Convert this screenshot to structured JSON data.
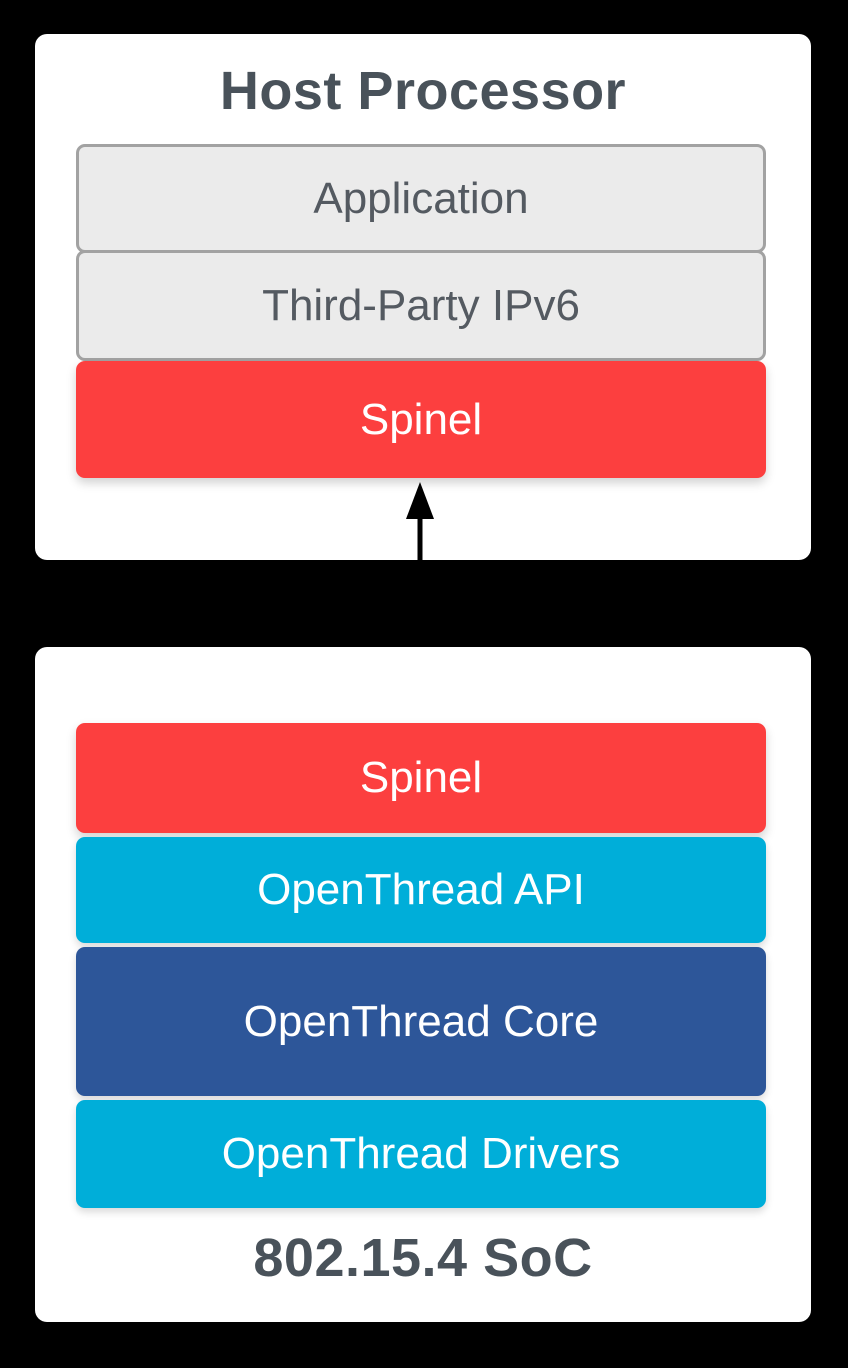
{
  "diagram": {
    "description": "OpenThread Radio Co-Processor architecture diagram",
    "colors": {
      "background": "#000000",
      "card": "#ffffff",
      "spinel_red": "#fc3f3f",
      "openthread_cyan": "#00aed9",
      "openthread_core_blue": "#2d5699",
      "gray_layer_fill": "#ebebeb",
      "gray_layer_border": "#a2a2a2",
      "title_text": "#49525a",
      "arrow": "#000000"
    }
  },
  "host_card": {
    "title": "Host Processor",
    "layers": {
      "application": {
        "label": "Application"
      },
      "third_party_ipv6": {
        "label": "Third-Party IPv6"
      },
      "spinel": {
        "label": "Spinel"
      }
    }
  },
  "soc_card": {
    "title": "802.15.4 SoC",
    "layers": {
      "spinel": {
        "label": "Spinel"
      },
      "openthread_api": {
        "label": "OpenThread API"
      },
      "openthread_core": {
        "label": "OpenThread Core"
      },
      "openthread_drivers": {
        "label": "OpenThread Drivers"
      }
    }
  },
  "arrow": {
    "name": "bidirectional-spinel-link"
  }
}
